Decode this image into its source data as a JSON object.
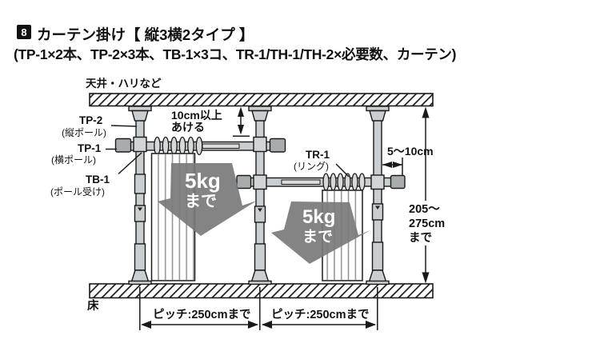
{
  "header": {
    "badge": "8",
    "title": "カーテン掛け【 縦3横2タイプ 】",
    "subtitle": "(TP-1×2本、TP-2×3本、TB-1×3コ、TR-1/TH-1/TH-2×必要数、カーテン)"
  },
  "diagram": {
    "ceiling_label": "天井・ハリなど",
    "floor_label": "床",
    "part_labels": {
      "tp2": "TP-2",
      "tp2_sub": "(縦ポール)",
      "tp1": "TP-1",
      "tp1_sub": "(横ポール)",
      "tb1": "TB-1",
      "tb1_sub": "(ポール受け)",
      "tr1": "TR-1",
      "tr1_sub": "(リング)"
    },
    "dimensions": {
      "top_gap_line1": "10cm以上",
      "top_gap_line2": "あける",
      "side_gap": "5〜10cm",
      "height_line1": "205〜",
      "height_line2": "275cm",
      "height_line3": "まで",
      "pitch_left": "ピッチ:250cmまで",
      "pitch_right": "ピッチ:250cmまで"
    },
    "load_limit_left": {
      "value": "5kg",
      "suffix": "まで"
    },
    "load_limit_right": {
      "value": "5kg",
      "suffix": "まで"
    }
  },
  "colors": {
    "line": "#1a1a1a",
    "pole_fill": "#cbced0",
    "cap_fill": "#a9acae",
    "joint_fill": "#d2d5d7",
    "load_arrow_fill": "#7a7a7a",
    "text": "#111111"
  }
}
